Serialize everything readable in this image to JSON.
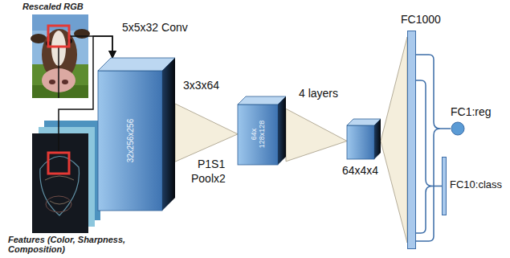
{
  "diagram": {
    "nodes": [
      {
        "text": [
          "Rescaled RGB"
        ]
      },
      {
        "text": [
          "Features (Color, Sharpness, Composition)"
        ]
      },
      {
        "text": [
          "32x256x256"
        ]
      },
      {
        "text": [
          "64x 128x128"
        ]
      },
      {
        "text": [
          "64x4x4"
        ]
      },
      {
        "text": [
          "FC1000"
        ]
      },
      {
        "text": [
          "FC1:reg"
        ]
      },
      {
        "text": [
          "FC10:class"
        ]
      }
    ],
    "edges": [
      {
        "from": 0,
        "to": 2,
        "arrow": "to",
        "label": "5x5x32 Conv"
      },
      {
        "from": 1,
        "to": 2,
        "arrow": "to"
      },
      {
        "from": 2,
        "to": 3,
        "arrow": "none",
        "label": "3x3x64"
      },
      {
        "from": 3,
        "to": 4,
        "arrow": "none",
        "label": "4 layers"
      },
      {
        "from": 4,
        "to": 5,
        "arrow": "none"
      },
      {
        "from": 5,
        "to": 6,
        "arrow": "none"
      },
      {
        "from": 5,
        "to": 7,
        "arrow": "none"
      }
    ],
    "labels": [
      "P1S1",
      "Poolx2"
    ]
  }
}
